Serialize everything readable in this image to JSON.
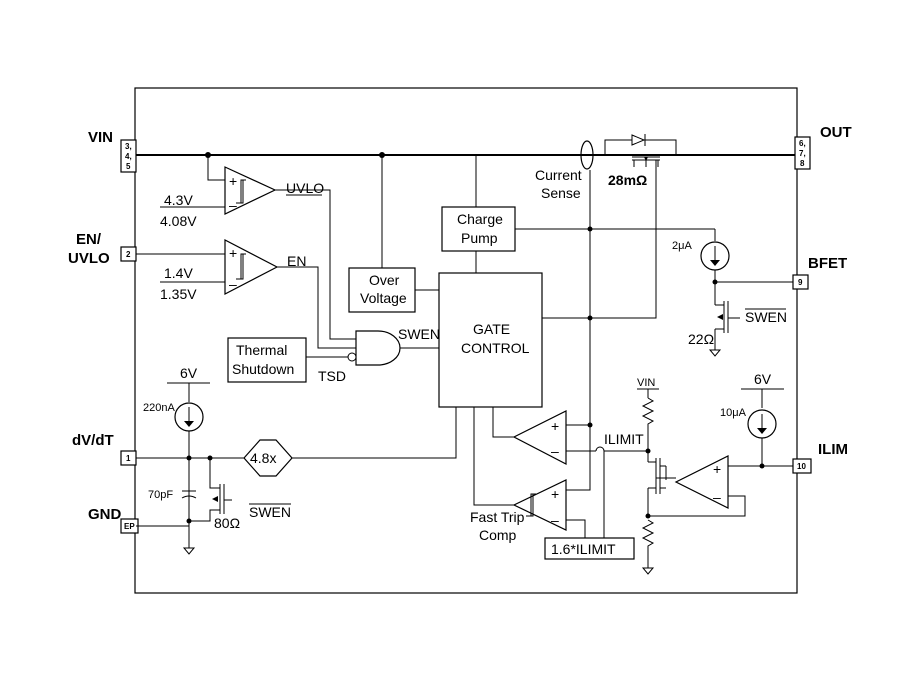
{
  "pins": {
    "vin": {
      "label": "VIN",
      "num": [
        "3,",
        "4,",
        "5"
      ]
    },
    "en": {
      "label1": "EN/",
      "label2": "UVLO",
      "num": "2"
    },
    "dvdt": {
      "label": "dV/dT",
      "num": "1"
    },
    "gnd": {
      "label": "GND",
      "num": "EP"
    },
    "out": {
      "label": "OUT",
      "num": [
        "6,",
        "7,",
        "8"
      ]
    },
    "bfet": {
      "label": "BFET",
      "num": "9"
    },
    "ilim": {
      "label": "ILIM",
      "num": "10"
    }
  },
  "blocks": {
    "charge_pump": [
      "Charge",
      "Pump"
    ],
    "over_voltage": [
      "Over",
      "Voltage"
    ],
    "gate_control": [
      "GATE",
      "CONTROL"
    ],
    "thermal_shutdown": [
      "Thermal",
      "Shutdown"
    ],
    "ilimit_scaled": "1.6*ILIMIT",
    "gain": "4.8x",
    "fast_trip": [
      "Fast Trip",
      "Comp"
    ]
  },
  "labels": {
    "uvlo_hi": "4.3V",
    "uvlo_lo": "4.08V",
    "uvlo_out": "UVLO",
    "en_hi": "1.4V",
    "en_lo": "1.35V",
    "en_out": "EN",
    "swen": "SWEN",
    "tsd": "TSD",
    "current_sense": [
      "Current",
      "Sense"
    ],
    "rdson": "28mΩ",
    "bfet_current": "2μA",
    "bfet_swen": "SWEN",
    "bfet_res": "22Ω",
    "ilimit": "ILIMIT",
    "vin_small": "VIN",
    "six_v_left": "6V",
    "current_220": "220nA",
    "cap_70": "70pF",
    "res_80": "80Ω",
    "dvdt_swen": "SWEN",
    "six_v_right": "6V",
    "current_10": "10μA",
    "plus": "+",
    "minus": "–"
  }
}
